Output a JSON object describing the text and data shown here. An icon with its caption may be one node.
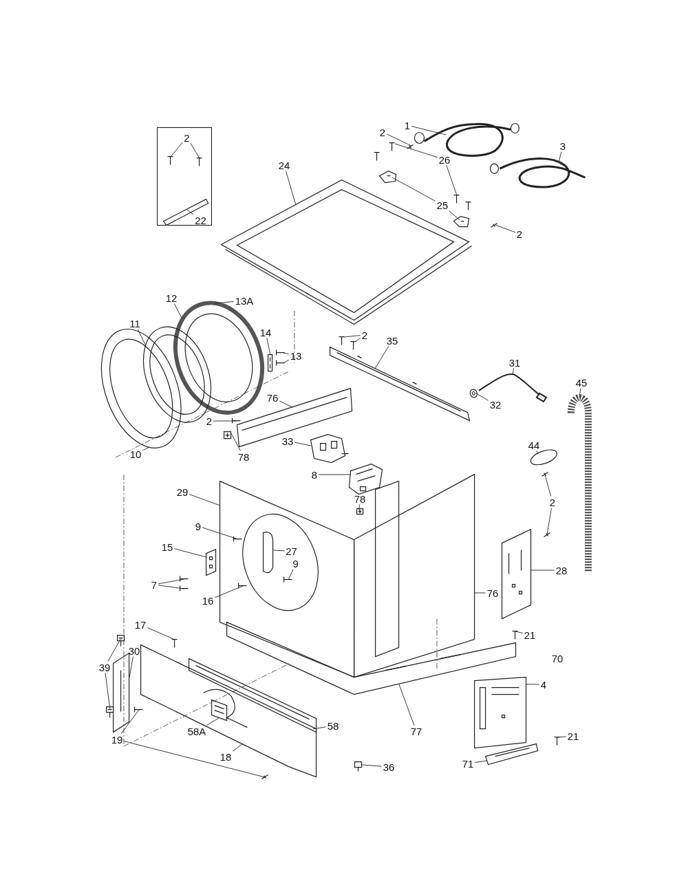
{
  "diagram": {
    "nodes": [
      {
        "text": [],
        "shape": "box"
      },
      {
        "text": [
          "2"
        ],
        "in": 0
      },
      {
        "text": [
          "22"
        ],
        "in": 0
      },
      {
        "text": [
          "1"
        ]
      },
      {
        "text": [
          "2"
        ]
      },
      {
        "text": [
          "3"
        ]
      },
      {
        "text": [
          "24"
        ]
      },
      {
        "text": [
          "26"
        ]
      },
      {
        "text": [
          "25"
        ]
      },
      {
        "text": [
          "2"
        ]
      },
      {
        "text": [
          "12"
        ]
      },
      {
        "text": [
          "13A"
        ]
      },
      {
        "text": [
          "11"
        ]
      },
      {
        "text": [
          "14"
        ]
      },
      {
        "text": [
          "13"
        ]
      },
      {
        "text": [
          "2"
        ]
      },
      {
        "text": [
          "35"
        ]
      },
      {
        "text": [
          "31"
        ]
      },
      {
        "text": [
          "45"
        ]
      },
      {
        "text": [
          "2"
        ]
      },
      {
        "text": [
          "78"
        ]
      },
      {
        "text": [
          "76"
        ]
      },
      {
        "text": [
          "32"
        ]
      },
      {
        "text": [
          "10"
        ]
      },
      {
        "text": [
          "33"
        ]
      },
      {
        "text": [
          "44"
        ]
      },
      {
        "text": [
          "8"
        ]
      },
      {
        "text": [
          "2"
        ]
      },
      {
        "text": [
          "29"
        ]
      },
      {
        "text": [
          "78"
        ]
      },
      {
        "text": [
          "9"
        ]
      },
      {
        "text": [
          "15"
        ]
      },
      {
        "text": [
          "27"
        ],
        "in": 85
      },
      {
        "text": [
          "9"
        ],
        "in": 85
      },
      {
        "text": [
          "28"
        ]
      },
      {
        "text": [
          "7"
        ]
      },
      {
        "text": [
          "16"
        ]
      },
      {
        "text": [
          "76"
        ]
      },
      {
        "text": [
          "17"
        ]
      },
      {
        "text": [
          "21"
        ]
      },
      {
        "text": [
          "39"
        ]
      },
      {
        "text": [
          "30"
        ]
      },
      {
        "text": [
          "4"
        ]
      },
      {
        "text": [
          "58A"
        ]
      },
      {
        "text": [
          "58"
        ]
      },
      {
        "text": [
          "77"
        ]
      },
      {
        "text": [
          "21"
        ]
      },
      {
        "text": [
          "19"
        ]
      },
      {
        "text": [
          "18"
        ]
      },
      {
        "text": [
          "71"
        ]
      },
      {
        "text": [
          "36"
        ]
      },
      {
        "text": [],
        "shape": "picture",
        "in": 0
      },
      {
        "text": [],
        "shape": "picture",
        "in": 0
      },
      {
        "text": [],
        "shape": "picture",
        "in": 0
      },
      {
        "text": [],
        "shape": "picture"
      },
      {
        "text": [],
        "shape": "picture"
      },
      {
        "text": [],
        "shape": "picture"
      },
      {
        "text": [],
        "shape": "picture"
      },
      {
        "text": [],
        "shape": "picture"
      },
      {
        "text": [],
        "shape": "picture",
        "in": 64
      },
      {
        "text": [],
        "shape": "picture",
        "in": 64
      },
      {
        "text": [],
        "shape": "picture",
        "in": 64
      },
      {
        "text": [],
        "shape": "picture"
      },
      {
        "text": [],
        "shape": "picture"
      },
      {
        "text": [],
        "shape": "picture"
      },
      {
        "text": [],
        "shape": "picture"
      },
      {
        "text": [],
        "shape": "picture"
      },
      {
        "text": [],
        "shape": "picture"
      },
      {
        "text": [],
        "shape": "picture"
      },
      {
        "text": [],
        "shape": "picture"
      },
      {
        "text": [],
        "shape": "picture"
      },
      {
        "text": [],
        "shape": "picture"
      },
      {
        "text": [],
        "shape": "picture"
      },
      {
        "text": [],
        "shape": "picture"
      },
      {
        "text": [],
        "shape": "picture"
      },
      {
        "text": [],
        "shape": "picture"
      },
      {
        "text": [],
        "shape": "picture"
      },
      {
        "text": [],
        "shape": "picture"
      },
      {
        "text": [],
        "shape": "picture"
      },
      {
        "text": [],
        "shape": "picture"
      },
      {
        "text": [],
        "shape": "picture"
      },
      {
        "text": [],
        "shape": "picture"
      },
      {
        "text": [],
        "shape": "picture"
      },
      {
        "text": [],
        "shape": "picture"
      },
      {
        "text": [],
        "shape": "picture"
      },
      {
        "text": [],
        "shape": "picture"
      },
      {
        "text": [],
        "shape": "picture",
        "in": 95
      },
      {
        "text": [],
        "shape": "picture",
        "in": 85
      },
      {
        "text": [],
        "shape": "picture"
      },
      {
        "text": [],
        "shape": "picture",
        "in": 85
      },
      {
        "text": [],
        "shape": "picture",
        "in": 85
      },
      {
        "text": [],
        "shape": "picture"
      },
      {
        "text": [],
        "shape": "picture"
      },
      {
        "text": [],
        "shape": "picture"
      },
      {
        "text": [],
        "shape": "picture",
        "in": 85
      },
      {
        "text": [],
        "shape": "picture"
      },
      {
        "text": [],
        "shape": "picture"
      },
      {
        "text": [],
        "shape": "picture"
      },
      {
        "text": [],
        "shape": "picture"
      },
      {
        "text": [],
        "shape": "picture"
      },
      {
        "text": [],
        "shape": "picture"
      },
      {
        "text": [],
        "shape": "picture"
      },
      {
        "text": [],
        "shape": "picture"
      },
      {
        "text": [],
        "shape": "picture",
        "in": 102
      },
      {
        "text": [],
        "shape": "picture",
        "in": 102
      },
      {
        "text": [],
        "shape": "picture"
      },
      {
        "text": [],
        "shape": "picture"
      },
      {
        "text": [],
        "shape": "picture"
      },
      {
        "text": [],
        "shape": "picture"
      },
      {
        "text": [],
        "shape": "picture"
      },
      {
        "text": [],
        "shape": "picture"
      }
    ],
    "edges": [
      {
        "from": 1,
        "to": 52,
        "arrow": "none"
      },
      {
        "from": 1,
        "to": 53,
        "arrow": "none"
      },
      {
        "from": 2,
        "to": 51,
        "arrow": "none"
      },
      {
        "from": 3,
        "to": 54,
        "arrow": "none"
      },
      {
        "from": 4,
        "to": 55,
        "arrow": "none"
      },
      {
        "from": 5,
        "to": 63,
        "arrow": "none"
      },
      {
        "from": 6,
        "to": 64,
        "arrow": "none"
      },
      {
        "from": 7,
        "to": 57,
        "arrow": "none"
      },
      {
        "from": 7,
        "to": 59,
        "arrow": "none"
      },
      {
        "from": 8,
        "to": 58,
        "arrow": "none"
      },
      {
        "from": 8,
        "to": 61,
        "arrow": "none"
      },
      {
        "from": 9,
        "to": 62,
        "arrow": "none"
      },
      {
        "from": 10,
        "to": 65,
        "arrow": "none"
      },
      {
        "from": 11,
        "to": 65,
        "arrow": "none"
      },
      {
        "from": 12,
        "to": 66,
        "arrow": "none"
      },
      {
        "from": 13,
        "to": 68,
        "arrow": "none"
      },
      {
        "from": 14,
        "to": 69,
        "arrow": "none"
      },
      {
        "from": 14,
        "to": 70,
        "arrow": "none"
      },
      {
        "from": 15,
        "to": 71,
        "arrow": "none"
      },
      {
        "from": 15,
        "to": 72,
        "arrow": "none"
      },
      {
        "from": 16,
        "to": 73,
        "arrow": "none"
      },
      {
        "from": 17,
        "to": 74,
        "arrow": "none"
      },
      {
        "from": 18,
        "to": 76,
        "arrow": "none"
      },
      {
        "from": 19,
        "to": 77,
        "arrow": "none"
      },
      {
        "from": 20,
        "to": 78,
        "arrow": "none"
      },
      {
        "from": 21,
        "to": 79,
        "arrow": "none"
      },
      {
        "from": 22,
        "to": 75,
        "arrow": "none"
      },
      {
        "from": 23,
        "to": 67,
        "arrow": "none"
      },
      {
        "from": 24,
        "to": 80,
        "arrow": "none"
      },
      {
        "from": 25,
        "to": 81,
        "arrow": "none"
      },
      {
        "from": 26,
        "to": 82,
        "arrow": "none"
      },
      {
        "from": 27,
        "to": 83,
        "arrow": "none"
      },
      {
        "from": 27,
        "to": 84,
        "arrow": "none"
      },
      {
        "from": 28,
        "to": 85,
        "arrow": "none"
      },
      {
        "from": 29,
        "to": 86,
        "arrow": "none"
      },
      {
        "from": 30,
        "to": 87,
        "arrow": "none"
      },
      {
        "from": 31,
        "to": 88,
        "arrow": "none"
      },
      {
        "from": 32,
        "to": 89,
        "arrow": "none"
      },
      {
        "from": 33,
        "to": 90,
        "arrow": "none"
      },
      {
        "from": 34,
        "to": 91,
        "arrow": "none"
      },
      {
        "from": 35,
        "to": 92,
        "arrow": "none"
      },
      {
        "from": 35,
        "to": 93,
        "arrow": "none"
      },
      {
        "from": 36,
        "to": 94,
        "arrow": "none"
      },
      {
        "from": 37,
        "to": 95,
        "arrow": "none"
      },
      {
        "from": 38,
        "to": 96,
        "arrow": "none"
      },
      {
        "from": 39,
        "to": 97,
        "arrow": "none"
      },
      {
        "from": 40,
        "to": 98,
        "arrow": "none"
      },
      {
        "from": 40,
        "to": 100,
        "arrow": "none"
      },
      {
        "from": 41,
        "to": 99,
        "arrow": "none"
      },
      {
        "from": 42,
        "to": 101,
        "arrow": "none"
      },
      {
        "from": 43,
        "to": 103,
        "arrow": "none"
      },
      {
        "from": 44,
        "to": 104,
        "arrow": "none"
      },
      {
        "from": 45,
        "to": 105,
        "arrow": "none"
      },
      {
        "from": 46,
        "to": 106,
        "arrow": "none"
      },
      {
        "from": 47,
        "to": 107,
        "arrow": "none"
      },
      {
        "from": 47,
        "to": 108,
        "arrow": "none"
      },
      {
        "from": 48,
        "to": 102,
        "arrow": "none"
      },
      {
        "from": 49,
        "to": 109,
        "arrow": "none"
      },
      {
        "from": 50,
        "to": 110,
        "arrow": "none"
      }
    ],
    "labels": [
      "70"
    ]
  }
}
